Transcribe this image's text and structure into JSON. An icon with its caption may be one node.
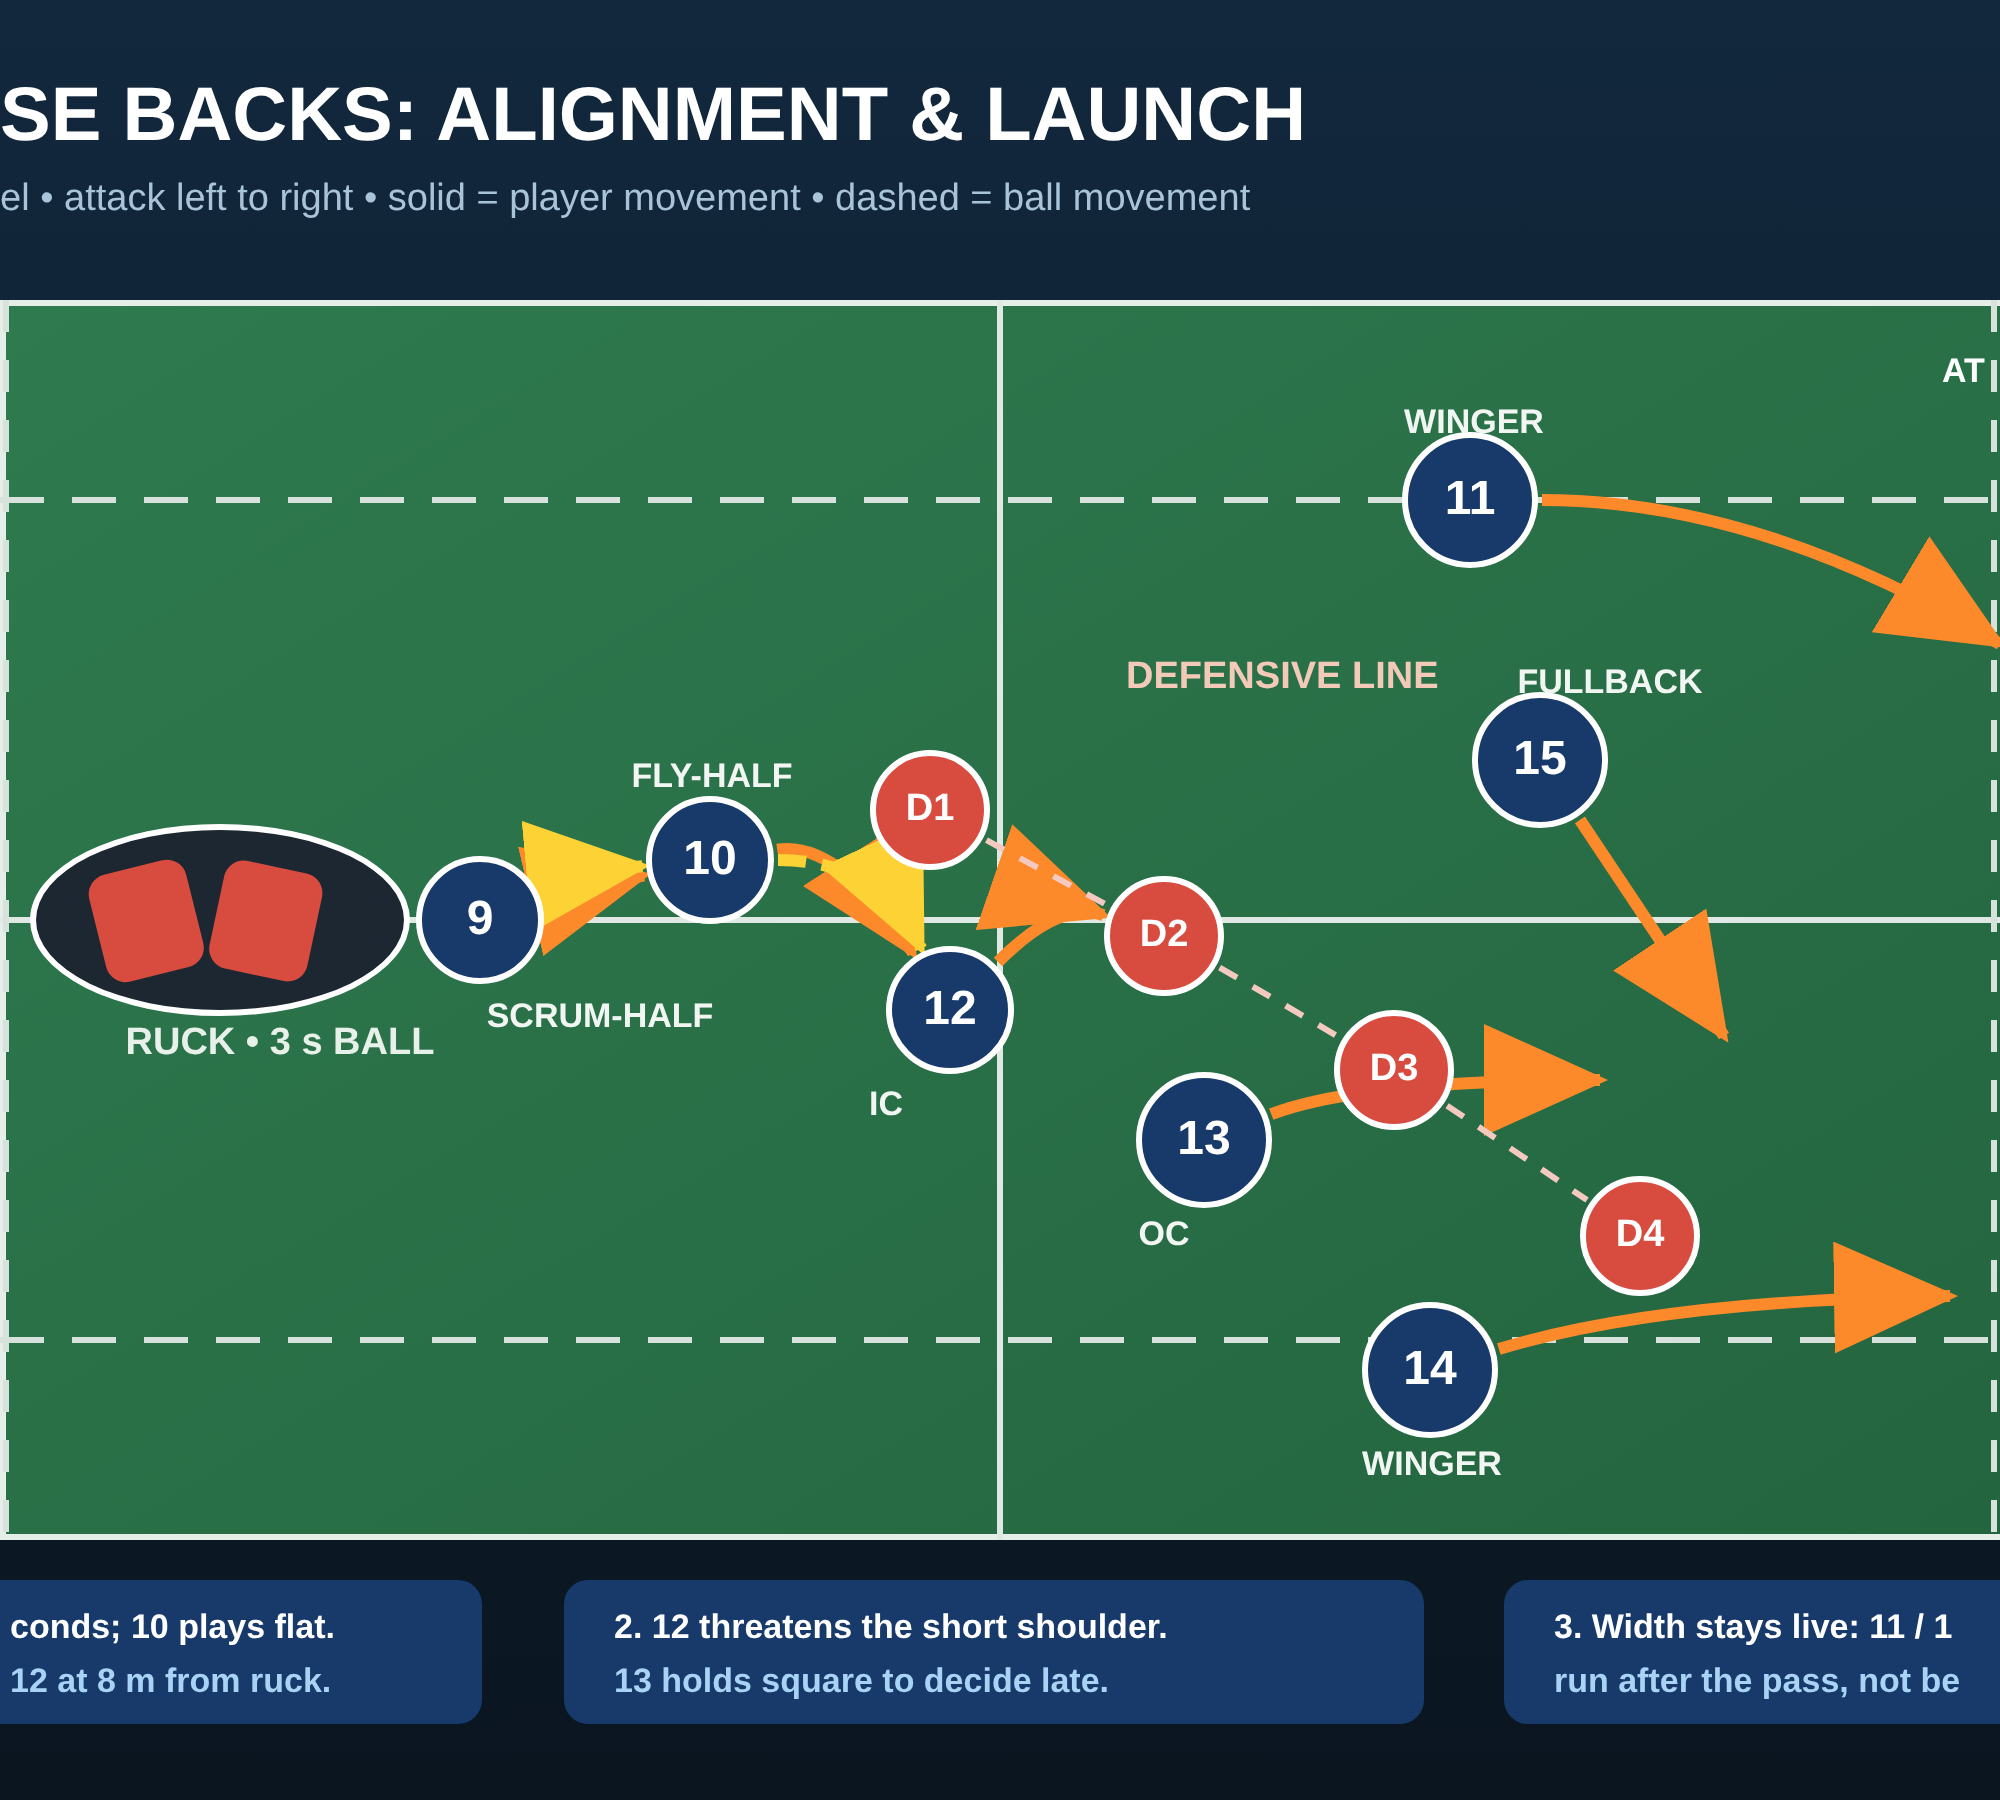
{
  "diagram": {
    "title": "SE BACKS: ALIGNMENT & LAUNCH",
    "nodes": [
      {
        "text": [],
        "shape": "ellipse",
        "beside": [
          "RUCK • 3 s BALL"
        ]
      },
      {
        "text": [
          "9"
        ],
        "beside": [
          "SCRUM-HALF"
        ]
      },
      {
        "text": [
          "10"
        ],
        "beside": [
          "FLY-HALF"
        ]
      },
      {
        "text": [
          "D1"
        ]
      },
      {
        "text": [
          "12"
        ],
        "beside": [
          "IC"
        ]
      },
      {
        "text": [
          "11"
        ],
        "beside": [
          "WINGER"
        ]
      },
      {
        "text": [
          "15"
        ],
        "beside": [
          "FULLBACK"
        ]
      },
      {
        "text": [
          "D2"
        ]
      },
      {
        "text": [
          "13"
        ],
        "beside": [
          "OC"
        ]
      },
      {
        "text": [
          "D3"
        ]
      },
      {
        "text": [
          "D4"
        ]
      },
      {
        "text": [
          "14"
        ],
        "beside": [
          "WINGER"
        ]
      },
      {
        "text": [
          "conds; 10 plays flat.",
          "12 at 8 m from ruck."
        ]
      },
      {
        "text": [
          "2. 12 threatens the short shoulder.",
          "13 holds square to decide late."
        ]
      },
      {
        "text": [
          "3. Width stays live: 11 / 1",
          "run after the pass, not be"
        ]
      }
    ],
    "edges": [
      {
        "from": 1,
        "to": 2,
        "arrow": "to"
      },
      {
        "from": 1,
        "to": 2,
        "arrow": "to",
        "style": "dashed",
        "color": "#fdd235"
      },
      {
        "from": 2,
        "to": 4,
        "arrow": "to"
      },
      {
        "from": 2,
        "to": 4,
        "arrow": "to",
        "style": "dashed",
        "color": "#fdd235"
      },
      {
        "from": 4,
        "to": 7,
        "arrow": "to"
      },
      {
        "from": 5,
        "to": null,
        "arrow": "to"
      },
      {
        "from": 6,
        "to": null,
        "arrow": "to"
      },
      {
        "from": 8,
        "to": null,
        "arrow": "to"
      },
      {
        "from": 11,
        "to": null,
        "arrow": "to"
      },
      {
        "from": 3,
        "to": 7,
        "arrow": "none",
        "style": "dashed",
        "color": "#f3c9c0"
      },
      {
        "from": 7,
        "to": 9,
        "arrow": "none",
        "style": "dashed",
        "color": "#f3c9c0"
      },
      {
        "from": 9,
        "to": 10,
        "arrow": "none",
        "style": "dashed",
        "color": "#f3c9c0"
      }
    ],
    "labels": [
      "el • attack left to right • solid = player movement • dashed = ball movement",
      "DEFENSIVE LINE",
      "AT"
    ]
  }
}
